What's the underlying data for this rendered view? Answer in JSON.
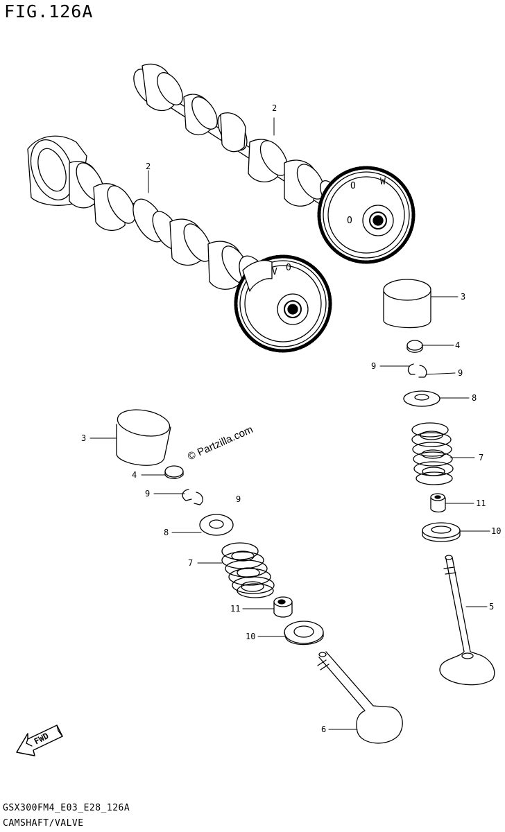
{
  "figure": {
    "title": "FIG.126A",
    "model_code": "GSX300FM4_E03_E28_126A",
    "caption": "CAMSHAFT/VALVE"
  },
  "watermark": "© Partzilla.com",
  "fwd_badge": "FWD",
  "gear_marks": {
    "upper": [
      "O",
      "W",
      "O"
    ],
    "lower": [
      "V",
      "O"
    ]
  },
  "callouts": {
    "cam_upper": "2",
    "cam_lower": "2",
    "tappet_right": "3",
    "shim_right": "4",
    "cotter_right_a": "9",
    "cotter_right_b": "9",
    "retainer_right": "8",
    "spring_right": "7",
    "seal_right": "11",
    "seat_right": "10",
    "valve_right": "5",
    "tappet_left": "3",
    "shim_left": "4",
    "cotter_left_a": "9",
    "cotter_left_b": "9",
    "retainer_left": "8",
    "spring_left": "7",
    "seal_left": "11",
    "seat_left": "10",
    "valve_left": "6"
  }
}
